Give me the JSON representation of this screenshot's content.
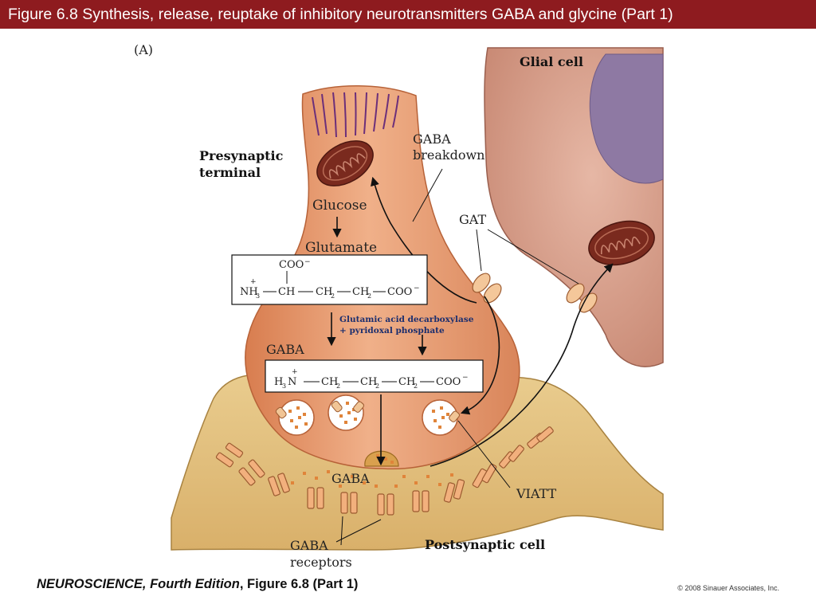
{
  "header": {
    "title": "Figure 6.8  Synthesis, release, reuptake of inhibitory neurotransmitters GABA and glycine (Part 1)"
  },
  "figure": {
    "panel_label": "(A)",
    "glial_cell": "Glial cell",
    "presynaptic_line1": "Presynaptic",
    "presynaptic_line2": "terminal",
    "gaba_breakdown_line1": "GABA",
    "gaba_breakdown_line2": "breakdown",
    "glucose": "Glucose",
    "glutamate": "Glutamate",
    "gat": "GAT",
    "enzyme_line1": "Glutamic acid decarboxylase",
    "enzyme_line2": "+ pyridoxal phosphate",
    "gaba_product": "GABA",
    "gaba_cleft": "GABA",
    "viatt": "VIATT",
    "gaba_receptors_line1": "GABA",
    "gaba_receptors_line2": "receptors",
    "postsynaptic": "Postsynaptic cell",
    "glutamate_formula": {
      "top_group": "COO",
      "charge_plus": "+",
      "charge_minus": "−",
      "nh3": "NH",
      "nh3_sub": "3",
      "ch": "CH",
      "ch2a": "CH",
      "ch2a_sub": "2",
      "ch2b": "CH",
      "ch2b_sub": "2",
      "coo_end": "COO"
    },
    "gaba_formula": {
      "charge_plus": "+",
      "h3n_h": "H",
      "h3n_sub": "3",
      "h3n_n": "N",
      "ch2a": "CH",
      "ch2b": "CH",
      "ch2c": "CH",
      "sub": "2",
      "coo_end": "COO",
      "charge_minus": "−"
    }
  },
  "footer": {
    "book_title": "NEUROSCIENCE, Fourth Edition",
    "figure_ref": ", Figure 6.8 (Part 1)",
    "copyright": "© 2008 Sinauer Associates, Inc."
  },
  "colors": {
    "title_bar": "#8e1b1f",
    "presynaptic": "#e79a6c",
    "glial": "#d69c86",
    "nucleus": "#8e79a3",
    "postsynaptic": "#e3c17d",
    "mitochondrion": "#7a2a1e",
    "enzyme_text": "#1d2f6e"
  }
}
